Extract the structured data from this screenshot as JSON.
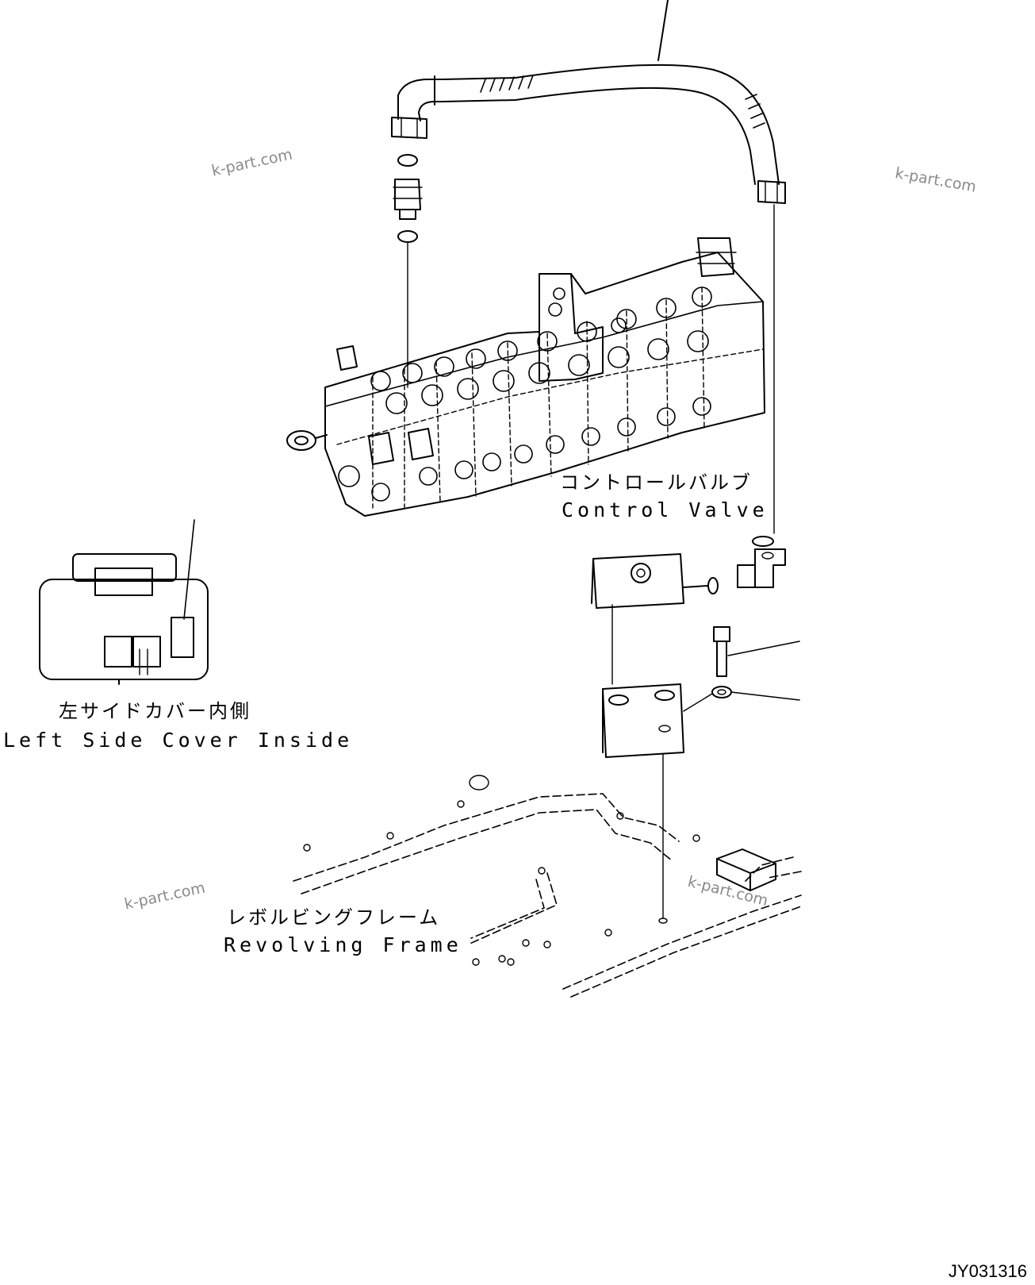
{
  "labels": {
    "control_valve_jp": "コントロールバルブ",
    "control_valve_en": "Control Valve",
    "left_side_cover_jp": "左サイドカバー内側",
    "left_side_cover_en": "Left Side Cover Inside",
    "revolving_frame_jp": "レボルビングフレーム",
    "revolving_frame_en": "Revolving Frame"
  },
  "watermarks": [
    "k-part.com",
    "k-part.com",
    "k-part.com",
    "k-part.com"
  ],
  "drawing_code": "JY031316",
  "colors": {
    "line": "#000000",
    "watermark": "#8a8a8a",
    "background": "#ffffff"
  }
}
